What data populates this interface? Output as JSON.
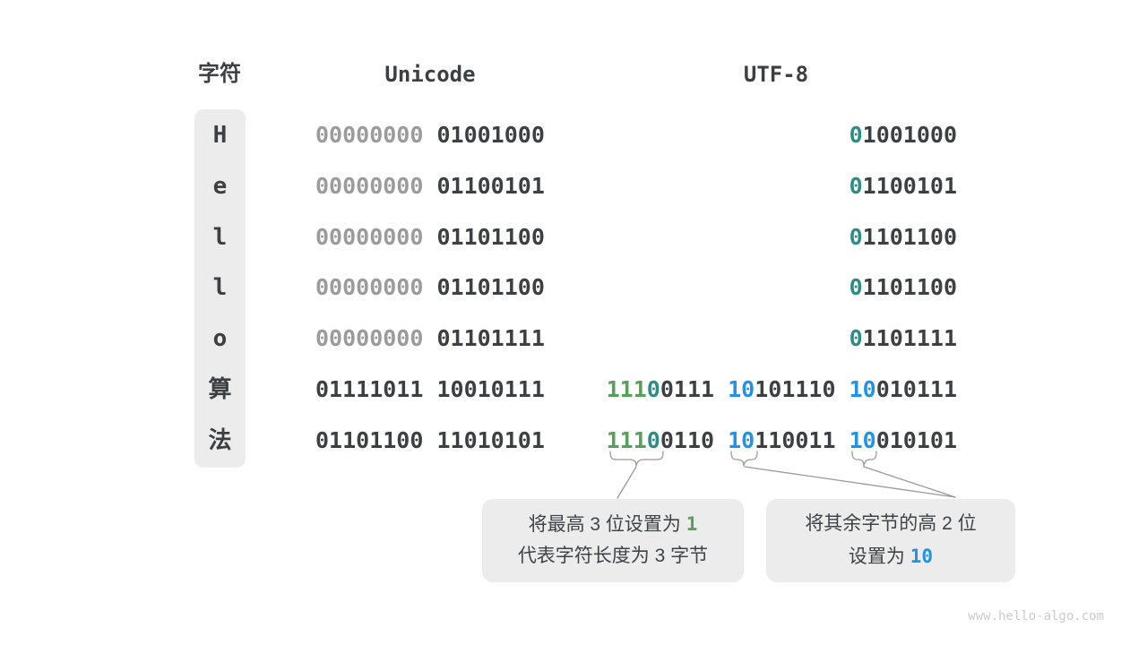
{
  "header": {
    "char": "字符",
    "unicode": "Unicode",
    "utf8": "UTF-8"
  },
  "colors": {
    "green": "#56a05a",
    "teal": "#2e8c85",
    "blue": "#2093e7",
    "dark": "#3c4043",
    "gray": "#9b9b9b",
    "box_bg": "#ececec",
    "line": "#9a9a9a",
    "watermark": "#cbcbcb"
  },
  "rows": [
    {
      "char": "H",
      "unicode": [
        {
          "t": "00000000 ",
          "c": "gray"
        },
        {
          "t": "01001000",
          "c": "dark"
        }
      ],
      "utf8": [
        {
          "t": "0",
          "c": "teal"
        },
        {
          "t": "1001000",
          "c": "dark"
        }
      ]
    },
    {
      "char": "e",
      "unicode": [
        {
          "t": "00000000 ",
          "c": "gray"
        },
        {
          "t": "01100101",
          "c": "dark"
        }
      ],
      "utf8": [
        {
          "t": "0",
          "c": "teal"
        },
        {
          "t": "1100101",
          "c": "dark"
        }
      ]
    },
    {
      "char": "l",
      "unicode": [
        {
          "t": "00000000 ",
          "c": "gray"
        },
        {
          "t": "01101100",
          "c": "dark"
        }
      ],
      "utf8": [
        {
          "t": "0",
          "c": "teal"
        },
        {
          "t": "1101100",
          "c": "dark"
        }
      ]
    },
    {
      "char": "l",
      "unicode": [
        {
          "t": "00000000 ",
          "c": "gray"
        },
        {
          "t": "01101100",
          "c": "dark"
        }
      ],
      "utf8": [
        {
          "t": "0",
          "c": "teal"
        },
        {
          "t": "1101100",
          "c": "dark"
        }
      ]
    },
    {
      "char": "o",
      "unicode": [
        {
          "t": "00000000 ",
          "c": "gray"
        },
        {
          "t": "01101111",
          "c": "dark"
        }
      ],
      "utf8": [
        {
          "t": "0",
          "c": "teal"
        },
        {
          "t": "1101111",
          "c": "dark"
        }
      ]
    },
    {
      "char": "算",
      "unicode": [
        {
          "t": "01111011 10010111",
          "c": "dark"
        }
      ],
      "utf8": [
        {
          "t": "111",
          "c": "green"
        },
        {
          "t": "0",
          "c": "teal"
        },
        {
          "t": "0111 ",
          "c": "dark"
        },
        {
          "t": "10",
          "c": "blue"
        },
        {
          "t": "101110 ",
          "c": "dark"
        },
        {
          "t": "10",
          "c": "blue"
        },
        {
          "t": "010111",
          "c": "dark"
        }
      ]
    },
    {
      "char": "法",
      "unicode": [
        {
          "t": "01101100 11010101",
          "c": "dark"
        }
      ],
      "utf8": [
        {
          "t": "111",
          "c": "green"
        },
        {
          "t": "0",
          "c": "teal"
        },
        {
          "t": "0110 ",
          "c": "dark"
        },
        {
          "t": "10",
          "c": "blue"
        },
        {
          "t": "110011 ",
          "c": "dark"
        },
        {
          "t": "10",
          "c": "blue"
        },
        {
          "t": "010101",
          "c": "dark"
        }
      ]
    }
  ],
  "annotations": {
    "left": {
      "lines": [
        [
          {
            "t": "将最高 3 位设置为 ",
            "c": "text"
          },
          {
            "t": "1",
            "c": "green"
          }
        ],
        [
          {
            "t": "代表字符长度为 3 字节",
            "c": "text"
          }
        ]
      ]
    },
    "right": {
      "lines": [
        [
          {
            "t": "将其余字节的高 2 位",
            "c": "text"
          }
        ],
        [
          {
            "t": "设置为 ",
            "c": "text"
          },
          {
            "t": "10",
            "c": "blue"
          }
        ]
      ]
    }
  },
  "watermark": "www.hello-algo.com"
}
